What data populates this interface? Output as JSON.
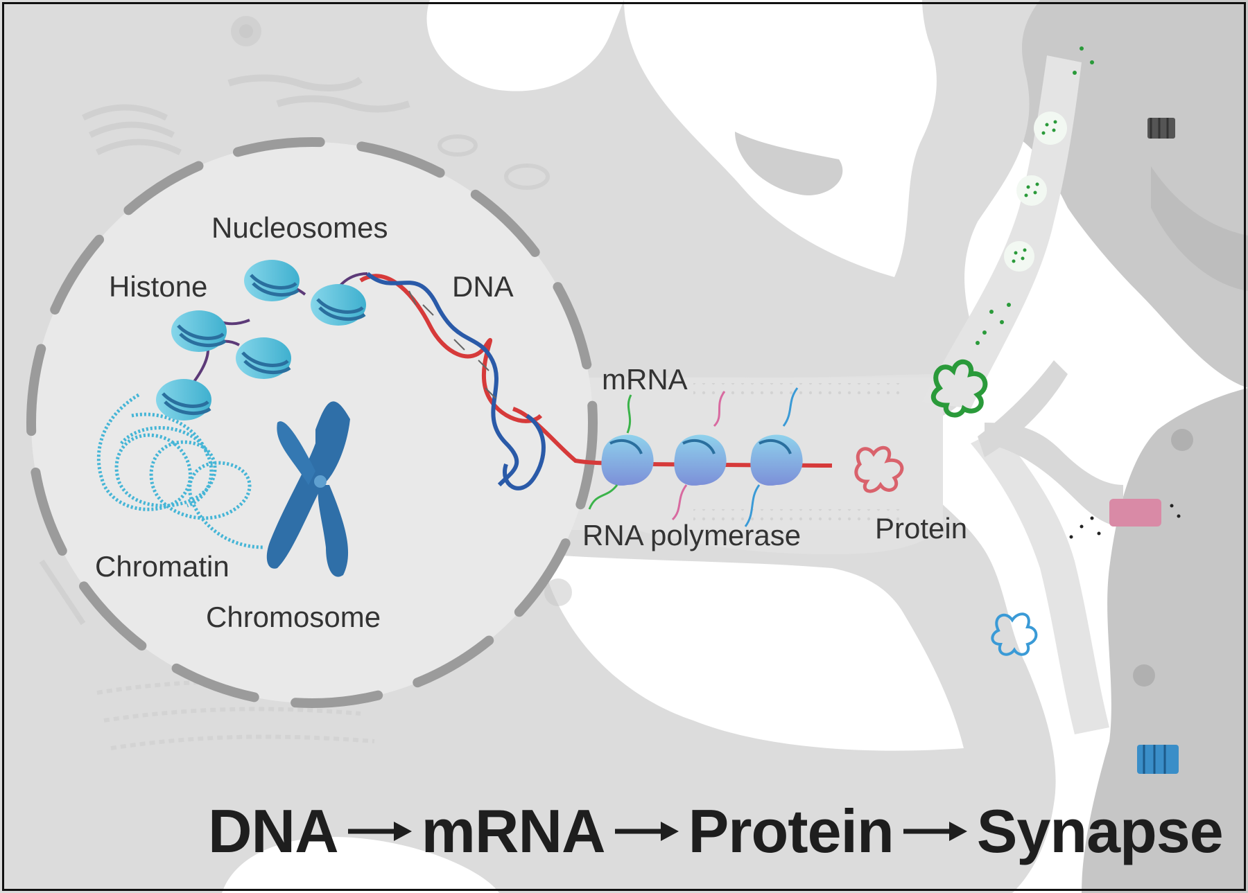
{
  "labels": {
    "nucleosomes": "Nucleosomes",
    "histone": "Histone",
    "dna": "DNA",
    "mrna": "mRNA",
    "chromatin": "Chromatin",
    "chromosome": "Chromosome",
    "rna_polymerase": "RNA polymerase",
    "protein": "Protein"
  },
  "flow": {
    "steps": [
      "DNA",
      "mRNA",
      "Protein",
      "Synapse"
    ]
  },
  "colors": {
    "cell_gray": "#dcdcdc",
    "nucleus_gray": "#e9e9e9",
    "envelope_gray": "#9b9b9b",
    "histone_cyan": "#5ec4dc",
    "dna_red": "#d63a3a",
    "dna_blue": "#2a5aa8",
    "chromosome_blue": "#2f6fa8",
    "protein_red": "#d9626c",
    "protein_green": "#2a9a3a",
    "protein_blue": "#3a9ad6",
    "channel_pink": "#d98aa6"
  },
  "icons": [
    "histone-icon",
    "dna-helix-icon",
    "chromatin-coil-icon",
    "chromosome-icon",
    "rna-polymerase-icon",
    "mrna-strand-icon",
    "protein-icon",
    "vesicle-icon",
    "receptor-icon",
    "ion-channel-icon",
    "arrow-right-icon"
  ]
}
